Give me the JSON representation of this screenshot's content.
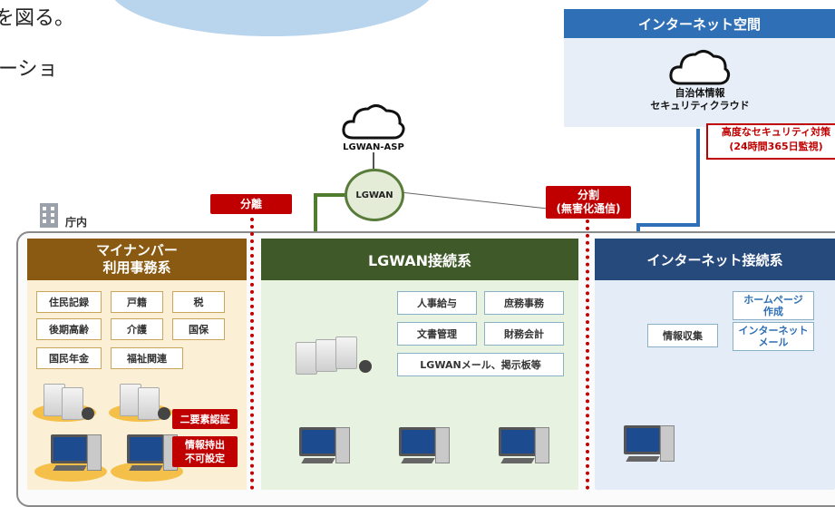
{
  "left_text": {
    "line1": "を図る。",
    "line2": "ーショ"
  },
  "internet_space": {
    "header": "インターネット空間",
    "cloud_line1": "自治体情報",
    "cloud_line2": "セキュリティクラウド"
  },
  "security_box": {
    "line1": "高度なセキュリティ対策",
    "line2": "(24時間365日監視)"
  },
  "lgwan_asp": {
    "label": "LGWAN-ASP"
  },
  "lgwan_node": {
    "label": "LGWAN"
  },
  "separation": {
    "label": "分離"
  },
  "division": {
    "line1": "分割",
    "line2": "(無害化通信)"
  },
  "office": {
    "label": "庁内"
  },
  "mynumber": {
    "header_line1": "マイナンバー",
    "header_line2": "利用事務系",
    "tiles": [
      "住民記録",
      "戸籍",
      "税",
      "後期高齢",
      "介護",
      "国保",
      "国民年金",
      "福祉関連"
    ],
    "auth_label": "二要素認証",
    "export_line1": "情報持出",
    "export_line2": "不可設定"
  },
  "lgwan_system": {
    "header": "LGWAN接続系",
    "tiles": [
      "人事給与",
      "庶務事務",
      "文書管理",
      "財務会計",
      "LGWANメール、掲示板等"
    ]
  },
  "internet_system": {
    "header": "インターネット接続系",
    "tiles": [
      "ホームページ作成",
      "情報収集",
      "インターネットメール"
    ],
    "tile_homepage_line1": "ホームページ",
    "tile_homepage_line2": "作成",
    "tile_mail_line1": "インターネット",
    "tile_mail_line2": "メール"
  },
  "colors": {
    "mynumber_header": "#8a5a12",
    "mynumber_bg": "#fbefd5",
    "lgwan_header": "#3f5a28",
    "lgwan_bg": "#e8f2e0",
    "internet_header": "#274a7d",
    "internet_bg": "#e4edf7",
    "separator": "#c00000",
    "arrow": "#2e6fb5"
  }
}
